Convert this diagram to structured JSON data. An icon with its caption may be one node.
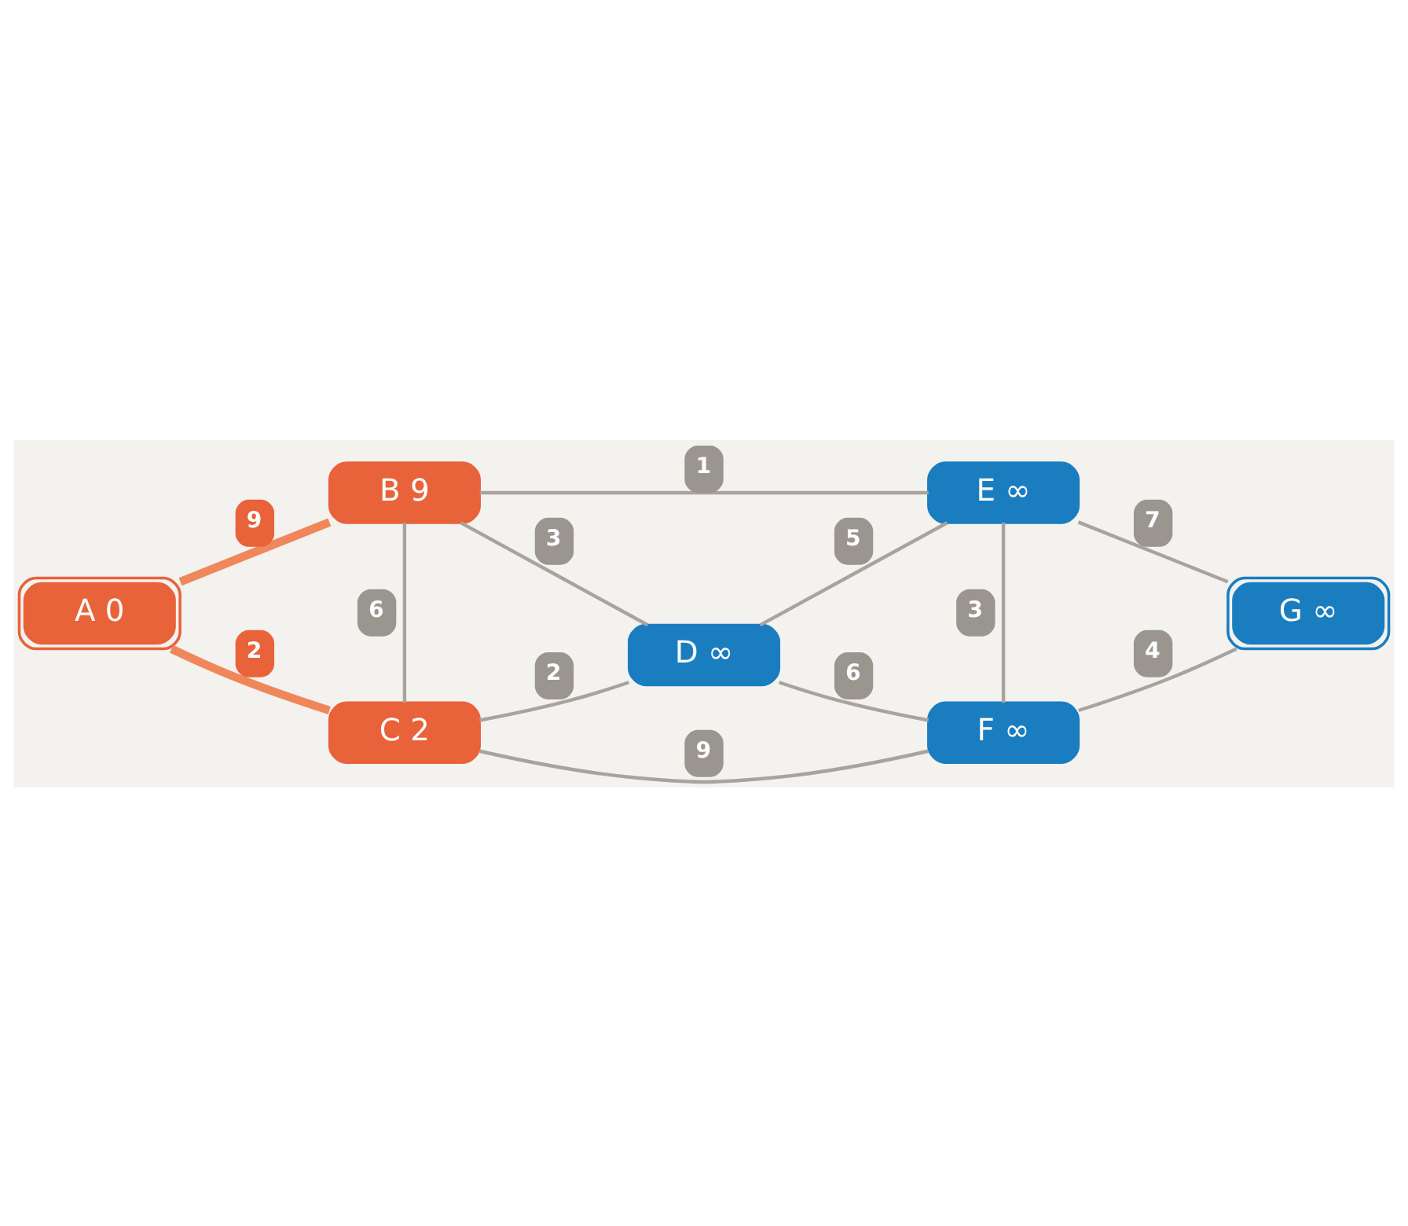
{
  "diagram": {
    "nodes": [
      {
        "text": [
          "A 0"
        ]
      },
      {
        "text": [
          "B 9"
        ]
      },
      {
        "text": [
          "C 2"
        ]
      },
      {
        "text": [
          "D ∞"
        ]
      },
      {
        "text": [
          "E ∞"
        ]
      },
      {
        "text": [
          "F ∞"
        ]
      },
      {
        "text": [
          "G ∞"
        ]
      }
    ],
    "edges": [
      {
        "from": 0,
        "to": 1,
        "arrow": "none",
        "label": "9",
        "style": "thick",
        "color": "#f0875a"
      },
      {
        "from": 0,
        "to": 2,
        "arrow": "none",
        "label": "2",
        "style": "thick",
        "color": "#f0875a"
      },
      {
        "from": 1,
        "to": 4,
        "arrow": "none",
        "label": "1"
      },
      {
        "from": 1,
        "to": 3,
        "arrow": "none",
        "label": "3"
      },
      {
        "from": 1,
        "to": 2,
        "arrow": "none",
        "label": "6"
      },
      {
        "from": 4,
        "to": 3,
        "arrow": "none",
        "label": "5"
      },
      {
        "from": 4,
        "to": 5,
        "arrow": "none",
        "label": "3"
      },
      {
        "from": 4,
        "to": 6,
        "arrow": "none",
        "label": "7"
      },
      {
        "from": 3,
        "to": 2,
        "arrow": "none",
        "label": "2"
      },
      {
        "from": 3,
        "to": 5,
        "arrow": "none",
        "label": "6"
      },
      {
        "from": 6,
        "to": 5,
        "arrow": "none",
        "label": "4"
      },
      {
        "from": 2,
        "to": 5,
        "arrow": "none",
        "label": "9"
      }
    ]
  }
}
